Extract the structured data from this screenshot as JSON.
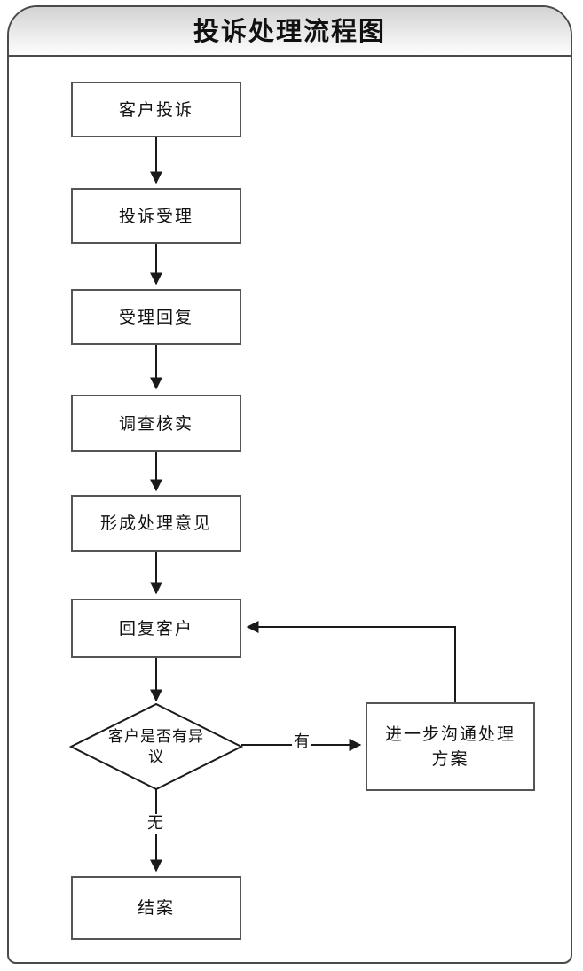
{
  "window": {
    "title": "投诉处理流程图"
  },
  "diagram": {
    "type": "flowchart",
    "orientation": "top-to-bottom",
    "nodes": [
      {
        "id": "n1",
        "shape": "process",
        "label": "客户投诉"
      },
      {
        "id": "n2",
        "shape": "process",
        "label": "投诉受理"
      },
      {
        "id": "n3",
        "shape": "process",
        "label": "受理回复"
      },
      {
        "id": "n4",
        "shape": "process",
        "label": "调查核实"
      },
      {
        "id": "n5",
        "shape": "process",
        "label": "形成处理意见"
      },
      {
        "id": "n6",
        "shape": "process",
        "label": "回复客户"
      },
      {
        "id": "d1",
        "shape": "decision",
        "label_line1": "客户是否有异",
        "label_line2": "议"
      },
      {
        "id": "n7",
        "shape": "process",
        "label_line1": "进一步沟通处理",
        "label_line2": "方案"
      },
      {
        "id": "n8",
        "shape": "process",
        "label": "结案"
      }
    ],
    "edges": [
      {
        "from": "n1",
        "to": "n2",
        "label": ""
      },
      {
        "from": "n2",
        "to": "n3",
        "label": ""
      },
      {
        "from": "n3",
        "to": "n4",
        "label": ""
      },
      {
        "from": "n4",
        "to": "n5",
        "label": ""
      },
      {
        "from": "n5",
        "to": "n6",
        "label": ""
      },
      {
        "from": "n6",
        "to": "d1",
        "label": ""
      },
      {
        "from": "d1",
        "to": "n7",
        "label": "有"
      },
      {
        "from": "d1",
        "to": "n8",
        "label": "无"
      },
      {
        "from": "n7",
        "to": "n6",
        "label": ""
      }
    ],
    "edge_labels": {
      "yes": "有",
      "no": "无"
    }
  },
  "colors": {
    "frame_border": "#4a4a4a",
    "node_border": "#555555",
    "connector": "#1a1a1a",
    "header_gradient_top": "#d2d2d2",
    "header_gradient_bottom": "#fdfdfd",
    "background": "#ffffff",
    "text": "#111111"
  }
}
